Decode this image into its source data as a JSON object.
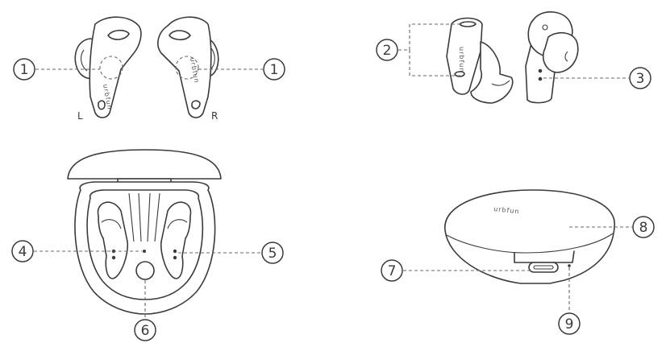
{
  "callouts": [
    {
      "id": "c1a",
      "number": "1"
    },
    {
      "id": "c1b",
      "number": "1"
    },
    {
      "id": "c2",
      "number": "2"
    },
    {
      "id": "c3",
      "number": "3"
    },
    {
      "id": "c4",
      "number": "4"
    },
    {
      "id": "c5",
      "number": "5"
    },
    {
      "id": "c6",
      "number": "6"
    },
    {
      "id": "c7",
      "number": "7"
    },
    {
      "id": "c8",
      "number": "8"
    },
    {
      "id": "c9",
      "number": "9"
    }
  ],
  "earbuds": {
    "left_label": "L",
    "right_label": "R"
  },
  "brand_text": "urbfun",
  "colors": {
    "line": "#3a3a3a",
    "leader": "#6a6a6a",
    "background": "#ffffff"
  }
}
